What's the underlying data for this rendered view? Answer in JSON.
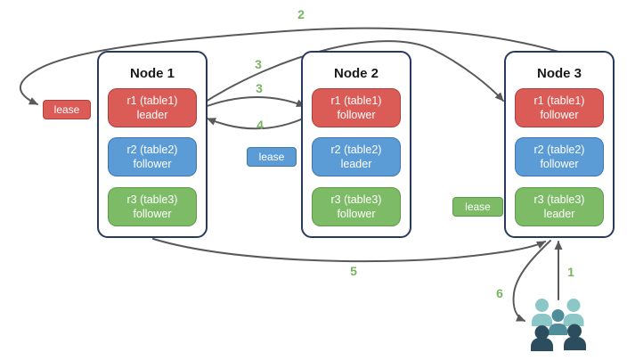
{
  "nodes": [
    {
      "title": "Node 1",
      "replicas": [
        {
          "name": "r1 (table1)",
          "role": "leader"
        },
        {
          "name": "r2 (table2)",
          "role": "follower"
        },
        {
          "name": "r3 (table3)",
          "role": "follower"
        }
      ]
    },
    {
      "title": "Node 2",
      "replicas": [
        {
          "name": "r1 (table1)",
          "role": "follower"
        },
        {
          "name": "r2 (table2)",
          "role": "leader"
        },
        {
          "name": "r3 (table3)",
          "role": "follower"
        }
      ]
    },
    {
      "title": "Node 3",
      "replicas": [
        {
          "name": "r1 (table1)",
          "role": "follower"
        },
        {
          "name": "r2 (table2)",
          "role": "follower"
        },
        {
          "name": "r3 (table3)",
          "role": "leader"
        }
      ]
    }
  ],
  "leases": [
    {
      "label": "lease",
      "color": "#db5c56"
    },
    {
      "label": "lease",
      "color": "#5c9cd6"
    },
    {
      "label": "lease",
      "color": "#7ebb67"
    }
  ],
  "steps": {
    "step1": "1",
    "step2": "2",
    "step3_to_node3": "3",
    "step3_to_node2": "3",
    "step4": "4",
    "step5": "5",
    "step6": "6"
  },
  "icons": {
    "clients": "users-icon"
  },
  "colors": {
    "leader_red": "#db5c56",
    "follower_blue": "#5c9cd6",
    "follower_green": "#7ebb67",
    "node_border": "#283a5e",
    "arrow": "#595959",
    "step_label": "#79b560",
    "users_light": "#8ac7c6",
    "users_mid": "#4e8d99",
    "users_dark": "#2c4d5e"
  }
}
